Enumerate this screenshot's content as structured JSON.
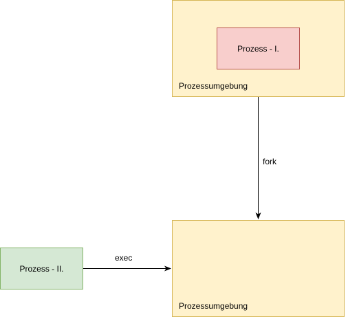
{
  "nodes": {
    "env_top": {
      "label": "Prozessumgebung"
    },
    "process_one": {
      "label": "Prozess - I."
    },
    "env_bottom": {
      "label": "Prozessumgebung"
    },
    "process_two": {
      "label": "Prozess - II."
    }
  },
  "edges": {
    "fork": {
      "label": "fork"
    },
    "exec": {
      "label": "exec"
    }
  },
  "colors": {
    "environment_fill": "#fff2cc",
    "environment_stroke": "#d6b656",
    "process_one_fill": "#f8cecc",
    "process_one_stroke": "#b85450",
    "process_two_fill": "#d5e8d4",
    "process_two_stroke": "#82b366",
    "edge": "#000000"
  }
}
